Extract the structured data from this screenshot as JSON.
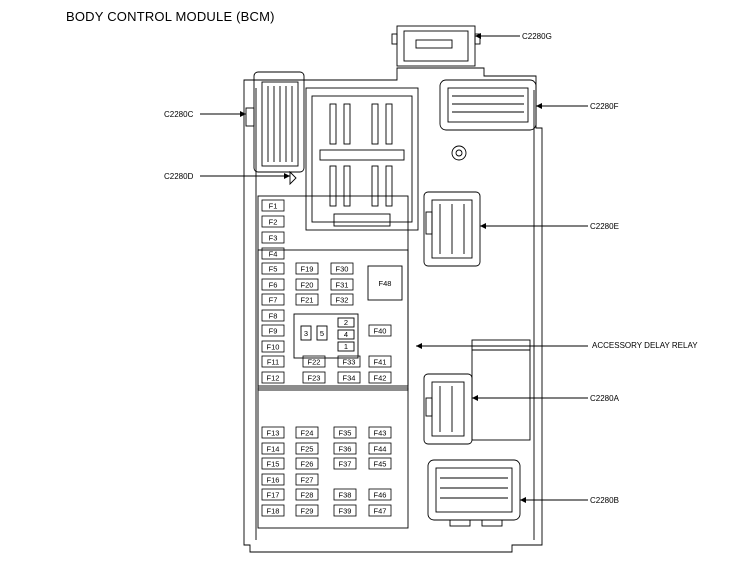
{
  "title": "BODY CONTROL MODULE (BCM)",
  "connectors": {
    "c2280g": "C2280G",
    "c2280c": "C2280C",
    "c2280f": "C2280F",
    "c2280d": "C2280D",
    "c2280e": "C2280E",
    "accessory_delay_relay": "ACCESSORY DELAY RELAY",
    "c2280a": "C2280A",
    "c2280b": "C2280B"
  },
  "fuses": [
    "F1",
    "F2",
    "F3",
    "F4",
    "F5",
    "F6",
    "F7",
    "F8",
    "F9",
    "F10",
    "F11",
    "F12",
    "F13",
    "F14",
    "F15",
    "F16",
    "F17",
    "F18",
    "F19",
    "F20",
    "F21",
    "F23",
    "F22",
    "F24",
    "F25",
    "F26",
    "F27",
    "F28",
    "F29",
    "F30",
    "F31",
    "F32",
    "F33",
    "F34",
    "F35",
    "F36",
    "F37",
    "F38",
    "F39",
    "F40",
    "F41",
    "F42",
    "F43",
    "F44",
    "F45",
    "F46",
    "F47",
    "F48"
  ],
  "relay_terminals": [
    "3",
    "5",
    "2",
    "4",
    "1"
  ],
  "colors": {
    "line": "#000000",
    "background": "#ffffff"
  }
}
